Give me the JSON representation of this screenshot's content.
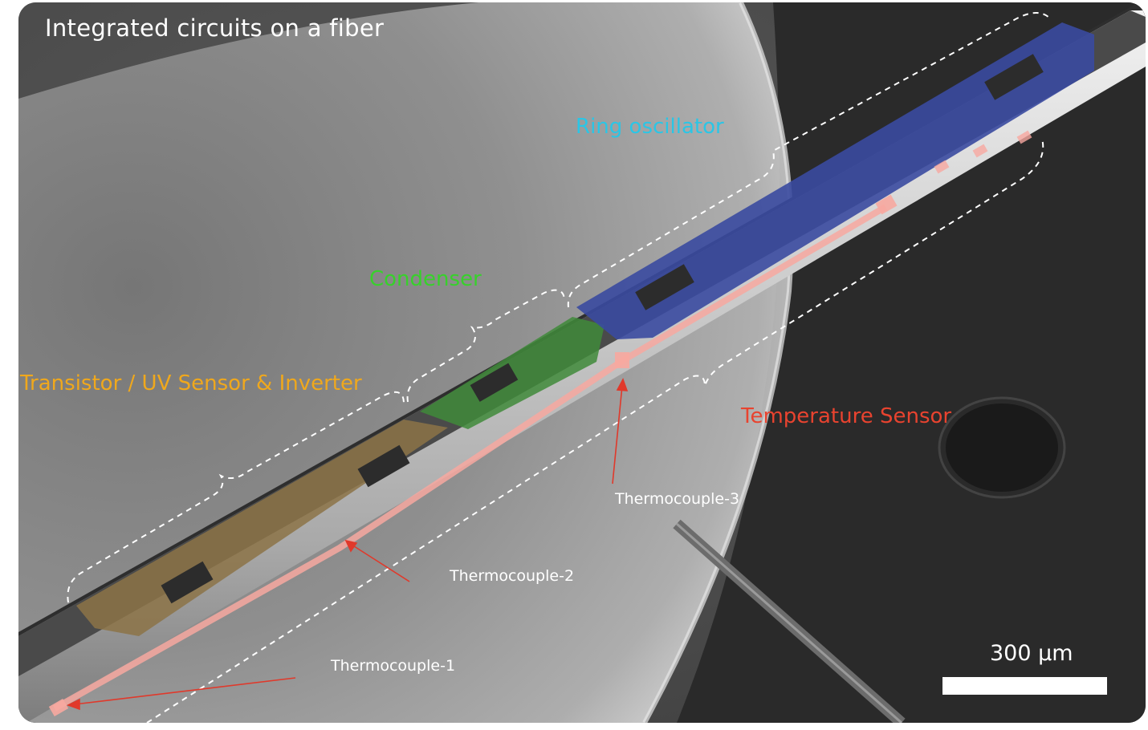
{
  "figure": {
    "title": "Integrated  circuits on a fiber",
    "labels": {
      "ring_oscillator": "Ring oscillator",
      "condenser": "Condenser",
      "transistor": "Transistor / UV Sensor & Inverter",
      "temperature_sensor": "Temperature Sensor",
      "thermocouple_1": "Thermocouple-1",
      "thermocouple_2": "Thermocouple-2",
      "thermocouple_3": "Thermocouple-3"
    },
    "scale_bar": {
      "label": "300 μm"
    },
    "colors": {
      "ring_oscillator": "#2ac6e6",
      "condenser": "#37d12b",
      "transistor": "#f0a81c",
      "temperature_sensor": "#e8432f",
      "ring_region": "#3a4aa0",
      "condenser_region": "#3f8a3a",
      "transistor_region": "#8c7346",
      "thermocouple_trace": "#f7a8a0",
      "arrow": "#e0392b"
    }
  }
}
